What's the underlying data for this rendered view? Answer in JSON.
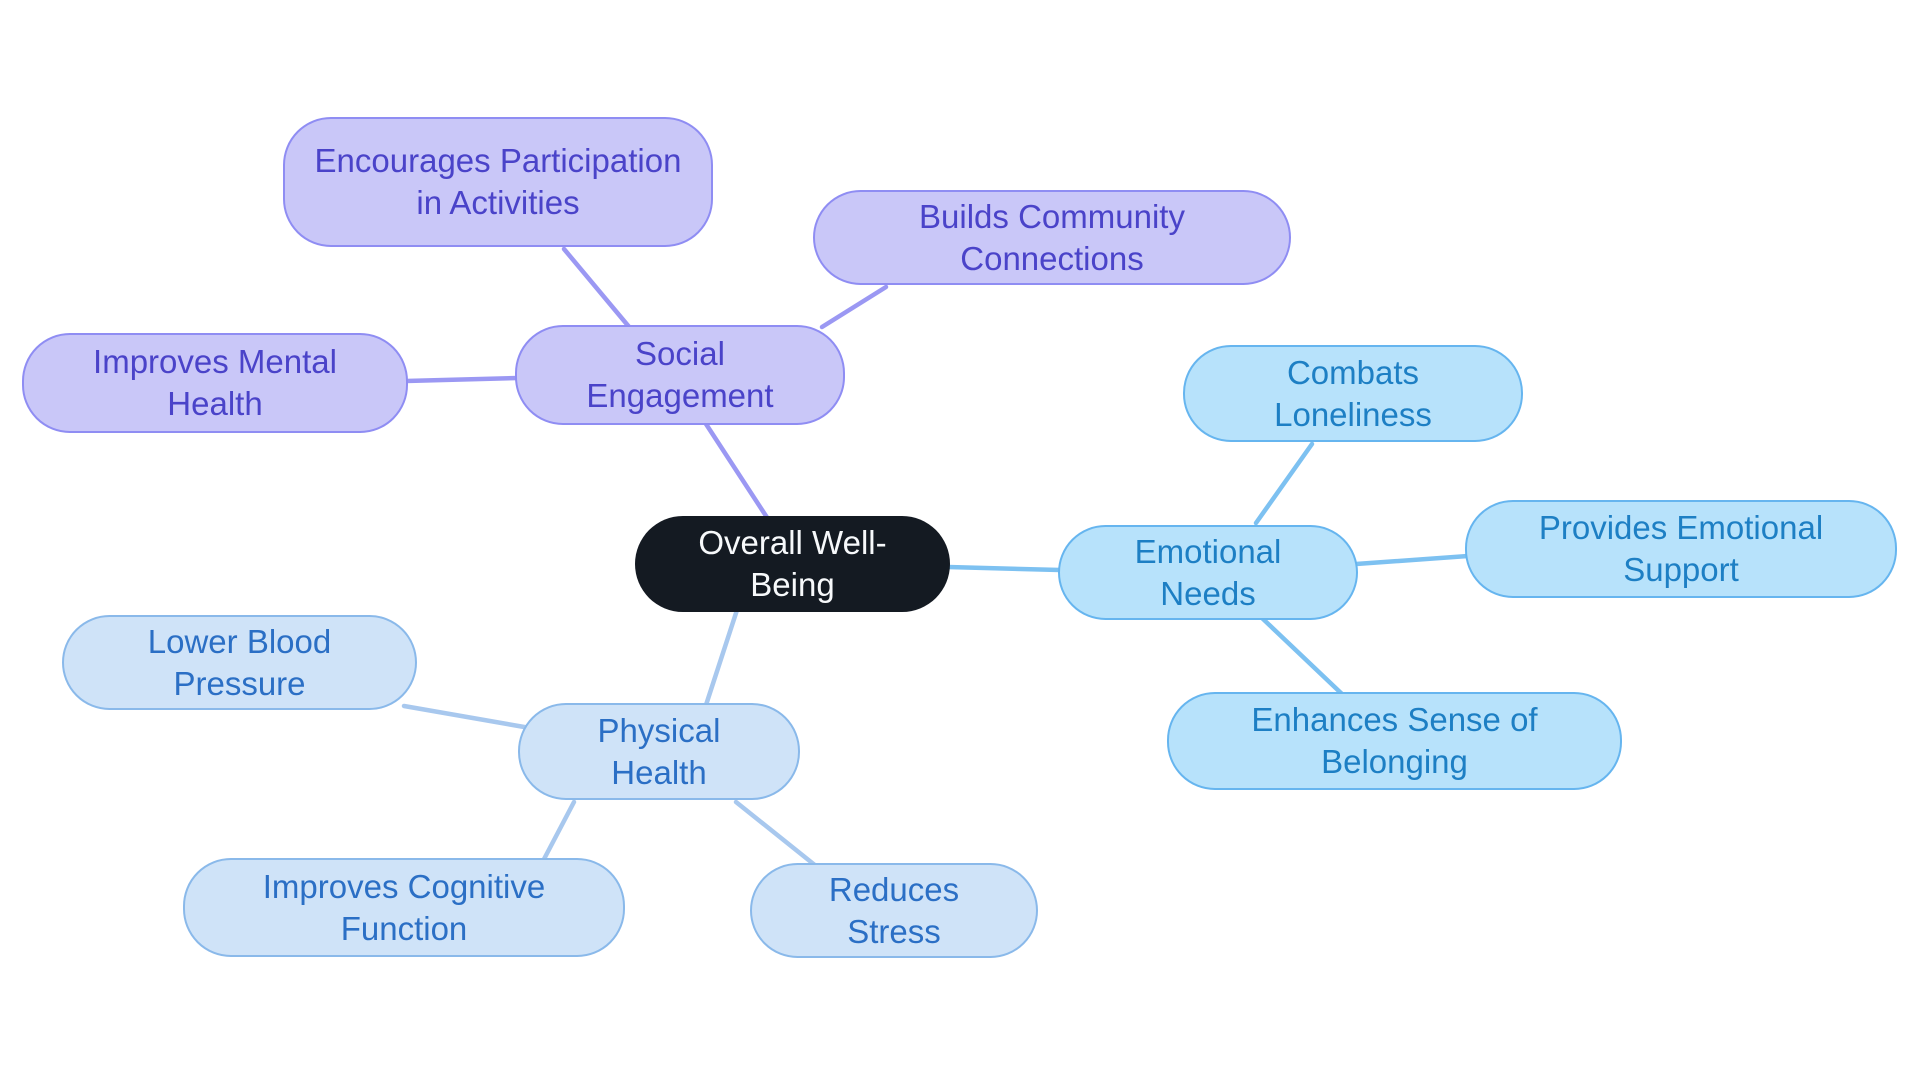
{
  "canvas": {
    "background_color": "#ffffff"
  },
  "mindmap": {
    "center": {
      "label": "Overall Well-Being",
      "fill_color": "#141a22",
      "text_color": "#f7f9fb"
    },
    "branches": [
      {
        "label": "Social Engagement",
        "fill_color": "#c9c7f8",
        "border_color": "#8f8df3",
        "text_color": "#4a43c9",
        "edge_color": "#9b98f3",
        "children": [
          {
            "label": "Encourages Participation in Activities"
          },
          {
            "label": "Builds Community Connections"
          },
          {
            "label": "Improves Mental Health"
          }
        ]
      },
      {
        "label": "Emotional Needs",
        "fill_color": "#b7e2fb",
        "border_color": "#66b5ef",
        "text_color": "#1d7fc4",
        "edge_color": "#7dc1f1",
        "children": [
          {
            "label": "Combats Loneliness"
          },
          {
            "label": "Provides Emotional Support"
          },
          {
            "label": "Enhances Sense of Belonging"
          }
        ]
      },
      {
        "label": "Physical Health",
        "fill_color": "#cfe3f8",
        "border_color": "#8ab9ea",
        "text_color": "#2b6fc5",
        "edge_color": "#a8c8ee",
        "children": [
          {
            "label": "Lower Blood Pressure"
          },
          {
            "label": "Improves Cognitive Function"
          },
          {
            "label": "Reduces Stress"
          }
        ]
      }
    ]
  }
}
